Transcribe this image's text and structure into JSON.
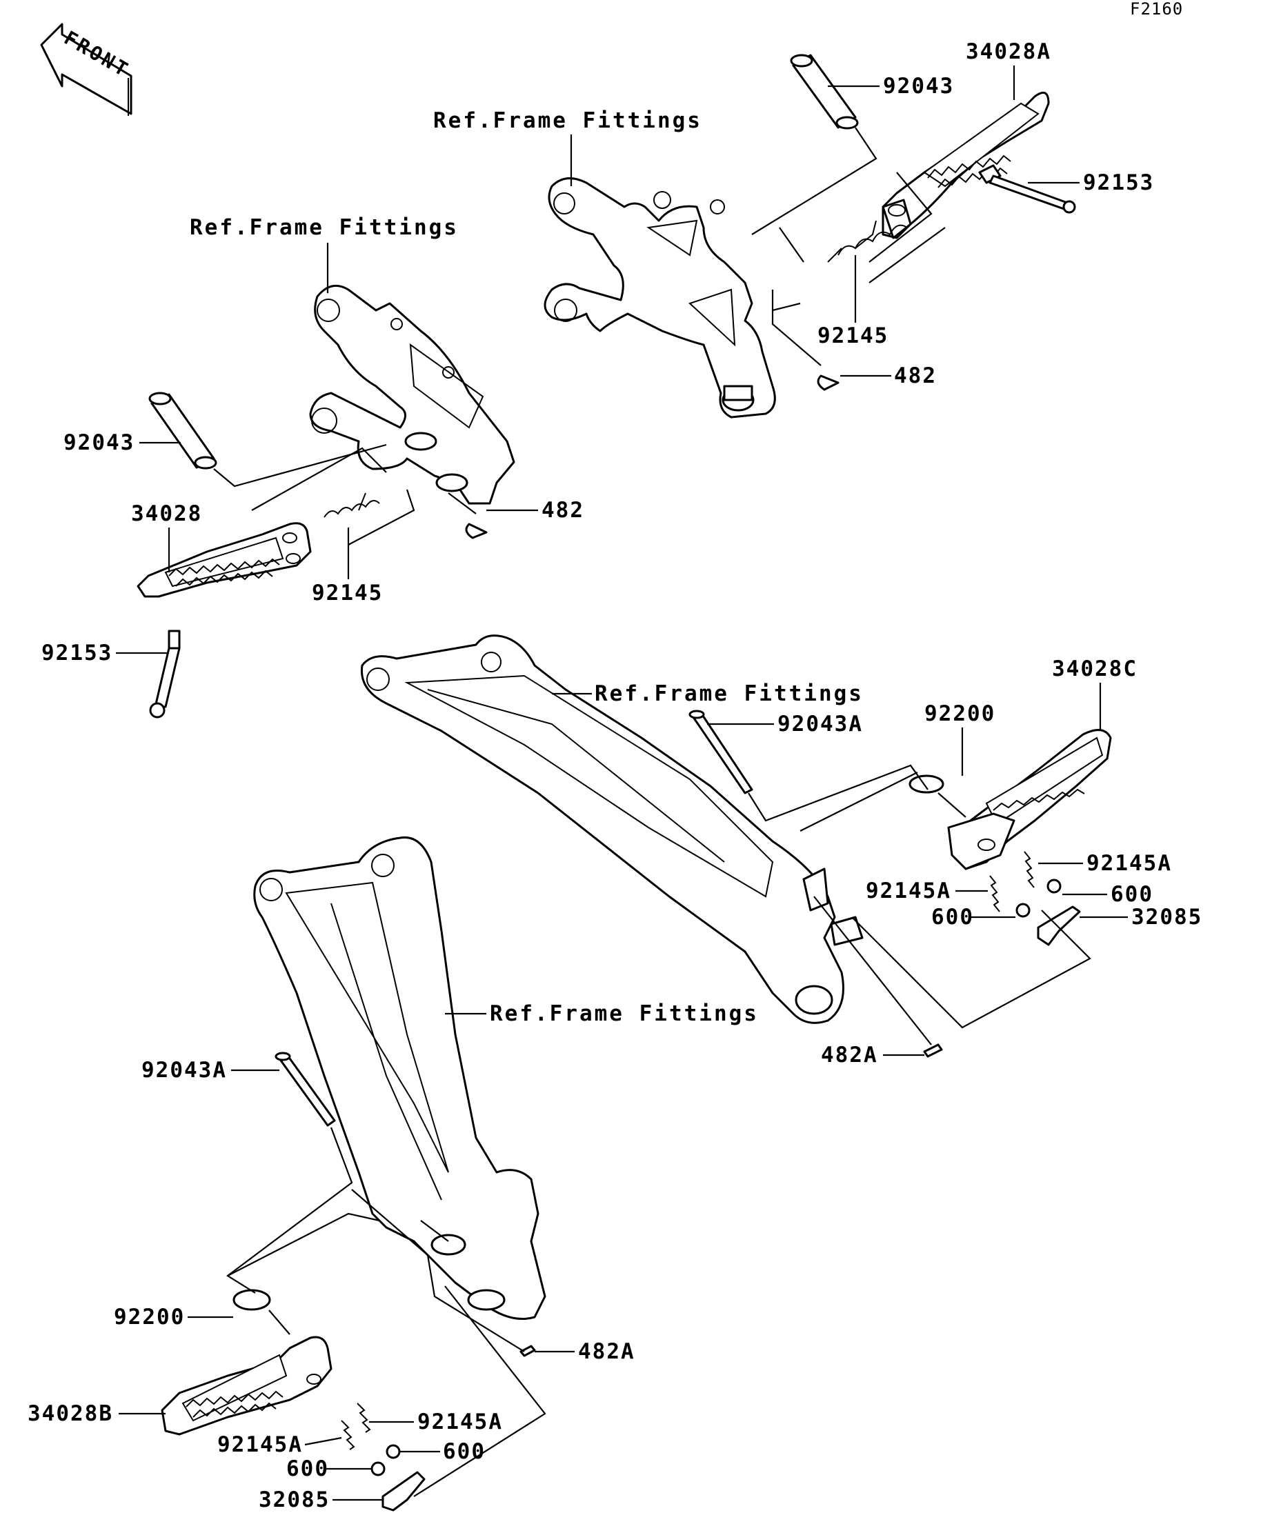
{
  "diagram_code": "F2160",
  "front_label": "FRONT",
  "labels": {
    "ref_frame_fittings": "Ref.Frame Fittings",
    "p92043": "92043",
    "p34028A": "34028A",
    "p92153": "92153",
    "p92145": "92145",
    "p482": "482",
    "p34028": "34028",
    "p34028C": "34028C",
    "p92043A": "92043A",
    "p92200": "92200",
    "p92145A": "92145A",
    "p600": "600",
    "p32085": "32085",
    "p482A": "482A",
    "p34028B": "34028B"
  }
}
